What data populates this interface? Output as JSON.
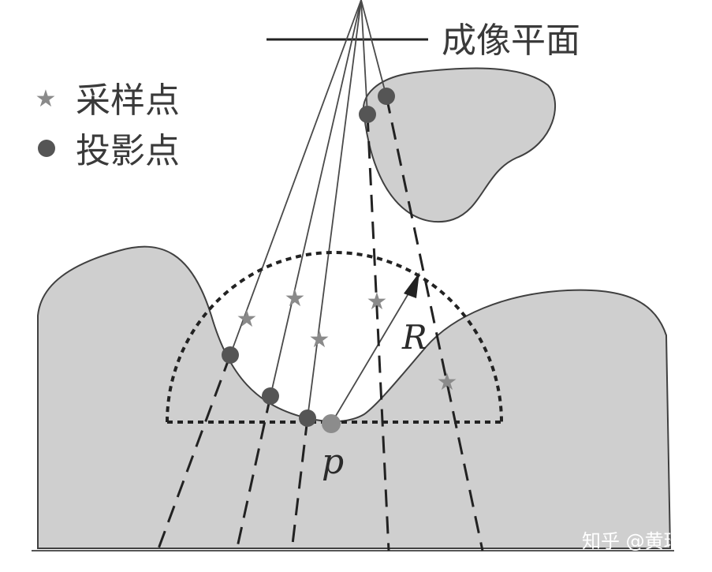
{
  "labels": {
    "imaging_plane": "成像平面",
    "legend_sample": "采样点",
    "legend_projection": "投影点",
    "radius": "R",
    "point": "p"
  },
  "watermark": "知乎 @黄琦",
  "colors": {
    "surface_fill": "#cfcfcf",
    "outline": "#404040",
    "sample_point": "#8a8a8a",
    "projection_point": "#555555",
    "center_point": "#8c8c8c"
  }
}
